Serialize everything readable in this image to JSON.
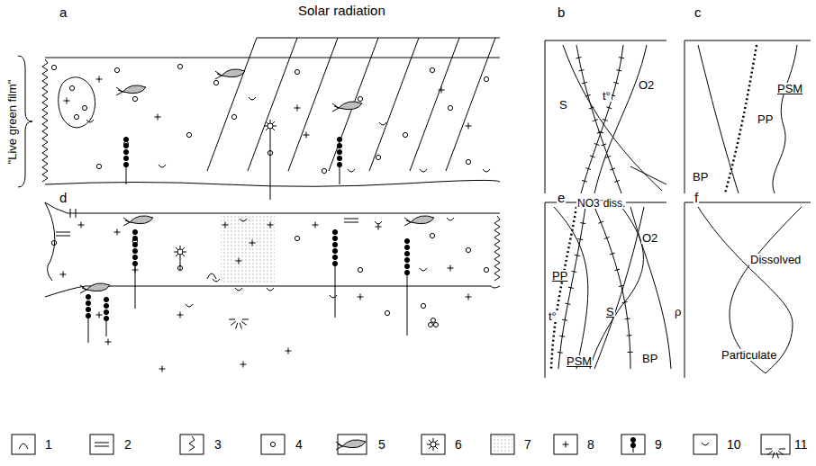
{
  "diagram": {
    "labels": [
      "Solar radiation",
      "a",
      "b",
      "c",
      "\"Live green film\"",
      "S",
      "t°",
      "O2",
      "NO3⁻diss.",
      "PSM",
      "PP",
      "BP",
      "d",
      "e",
      "f",
      "PP",
      "O2",
      "t°",
      "S",
      "ρ",
      "PSM",
      "BP",
      "Dissolved",
      "Particulate"
    ],
    "legend": [
      {
        "text": "1"
      },
      {
        "text": "2"
      },
      {
        "text": "3"
      },
      {
        "text": "4"
      },
      {
        "text": "5"
      },
      {
        "text": "6"
      },
      {
        "text": "7"
      },
      {
        "text": "8"
      },
      {
        "text": "9"
      },
      {
        "text": "10"
      },
      {
        "text": "11"
      }
    ]
  }
}
